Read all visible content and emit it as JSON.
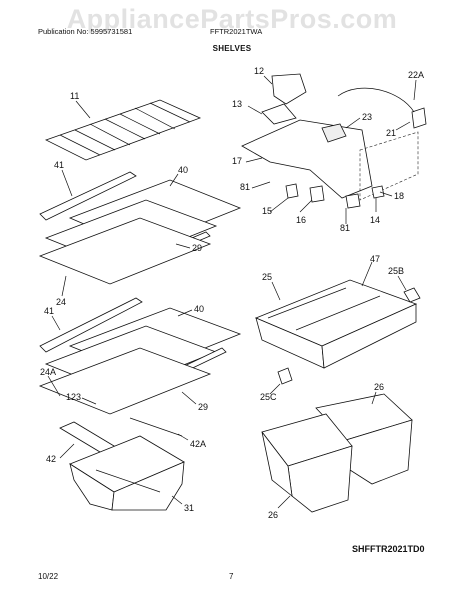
{
  "header": {
    "publication": "Publication No: 5995731581",
    "model": "FFTR2021TWA",
    "section": "SHELVES"
  },
  "watermark": "AppliancePartsPros.com",
  "parts": [
    {
      "label": "11"
    },
    {
      "label": "41"
    },
    {
      "label": "40"
    },
    {
      "label": "29"
    },
    {
      "label": "24"
    },
    {
      "label": "41"
    },
    {
      "label": "40"
    },
    {
      "label": "24A"
    },
    {
      "label": "123"
    },
    {
      "label": "29"
    },
    {
      "label": "42"
    },
    {
      "label": "42A"
    },
    {
      "label": "31"
    },
    {
      "label": "12"
    },
    {
      "label": "22A"
    },
    {
      "label": "13"
    },
    {
      "label": "23"
    },
    {
      "label": "21"
    },
    {
      "label": "17"
    },
    {
      "label": "81"
    },
    {
      "label": "18"
    },
    {
      "label": "15"
    },
    {
      "label": "16"
    },
    {
      "label": "81"
    },
    {
      "label": "14"
    },
    {
      "label": "25"
    },
    {
      "label": "47"
    },
    {
      "label": "25B"
    },
    {
      "label": "25C"
    },
    {
      "label": "26"
    },
    {
      "label": "26"
    }
  ],
  "diagram_code": "SHFFTR2021TD0",
  "footer": {
    "date": "10/22",
    "page": "7"
  }
}
